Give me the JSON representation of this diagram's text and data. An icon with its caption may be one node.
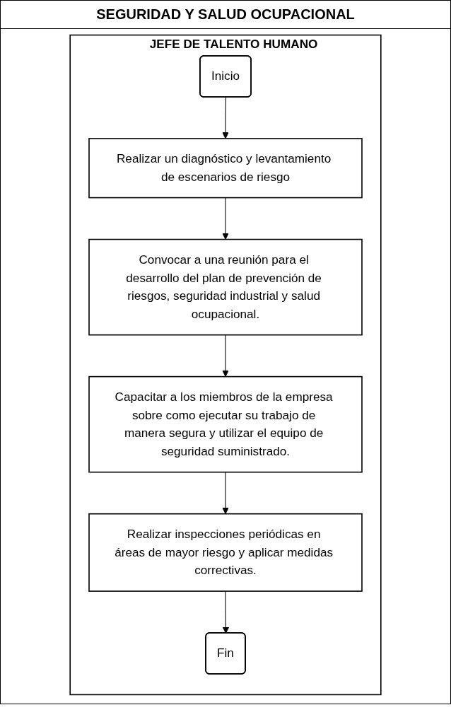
{
  "diagram": {
    "title": "SEGURIDAD Y SALUD OCUPACIONAL",
    "nodes": [
      {
        "text": [
          "JEFE DE TALENTO HUMANO"
        ]
      },
      {
        "text": [
          "Inicio"
        ],
        "in": 0
      },
      {
        "text": [
          "Realizar un diagnóstico y levantamiento de escenarios de riesgo"
        ],
        "in": 0
      },
      {
        "text": [
          "Convocar a una reunión para el desarrollo del plan de prevención de riesgos, seguridad industrial y salud ocupacional."
        ],
        "in": 0
      },
      {
        "text": [
          "Capacitar a los miembros de la empresa sobre como ejecutar su trabajo de manera segura y utilizar el equipo de seguridad suministrado."
        ],
        "in": 0
      },
      {
        "text": [
          "Realizar inspecciones periódicas en áreas de mayor riesgo y aplicar medidas correctivas."
        ],
        "in": 0
      },
      {
        "text": [
          "Fin"
        ],
        "in": 0
      }
    ],
    "edges": [
      {
        "from": 1,
        "to": 2,
        "arrow": "to"
      },
      {
        "from": 2,
        "to": 3,
        "arrow": "to"
      },
      {
        "from": 3,
        "to": 4,
        "arrow": "to"
      },
      {
        "from": 4,
        "to": 5,
        "arrow": "to"
      },
      {
        "from": 5,
        "to": 6,
        "arrow": "to"
      }
    ]
  }
}
